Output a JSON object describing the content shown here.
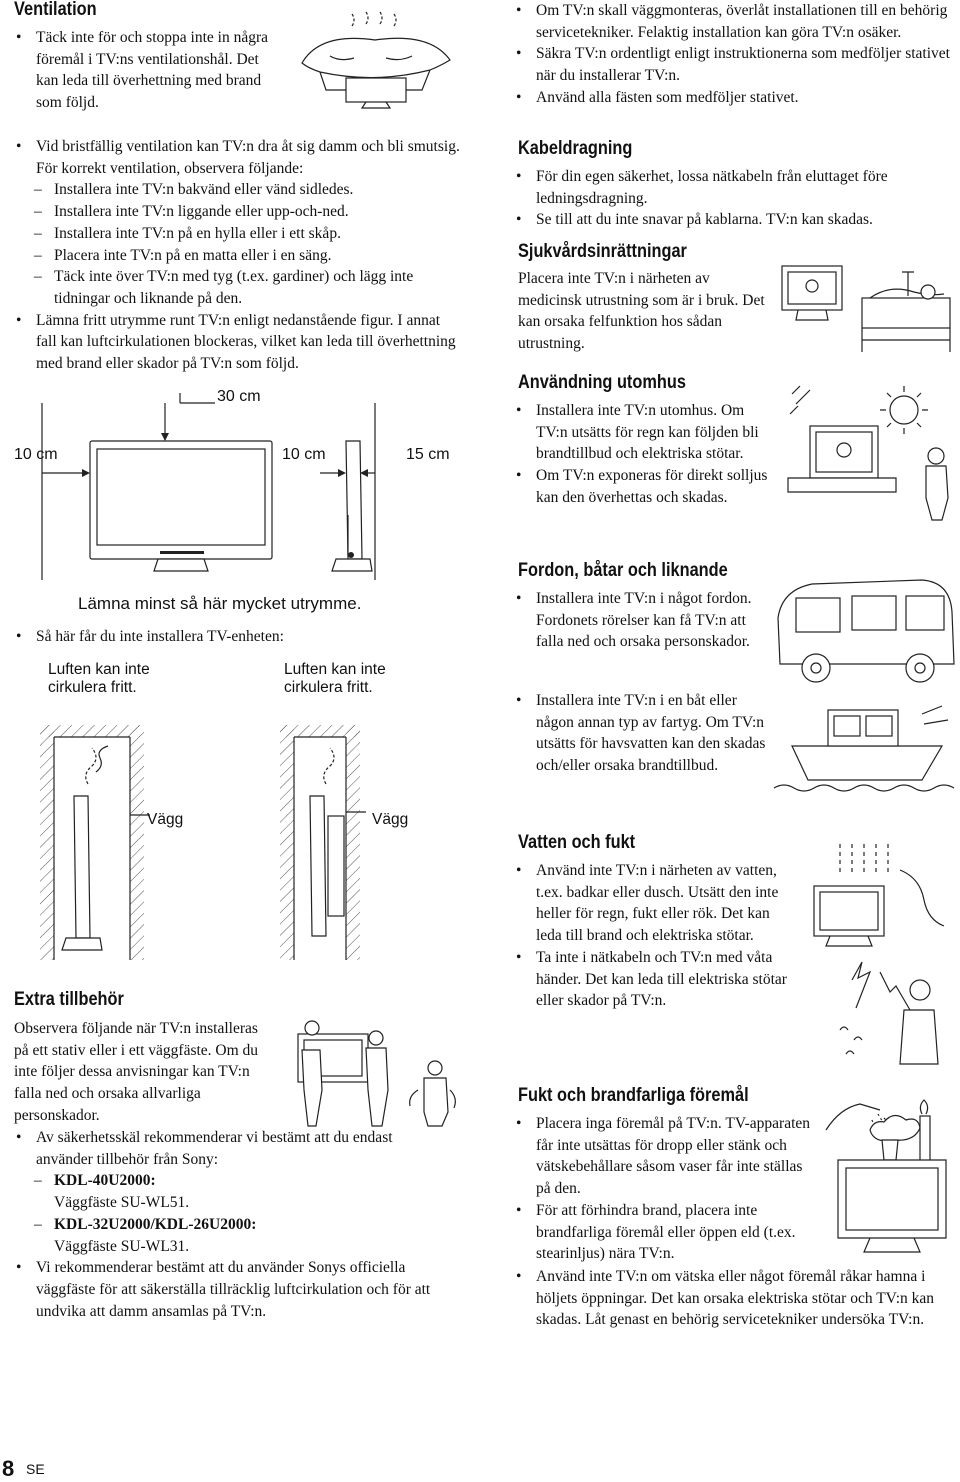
{
  "left": {
    "ventilation": {
      "heading": "Ventilation",
      "bullet1": "Täck inte för och stoppa inte in några föremål i TV:ns ventilationshål. Det kan leda till överhettning med brand som följd.",
      "bullet2": "Vid bristfällig ventilation kan TV:n dra åt sig damm och bli smutsig. För korrekt ventilation, observera följande:",
      "dashes": [
        "Installera inte TV:n bakvänd eller vänd sidledes.",
        "Installera inte TV:n liggande eller upp-och-ned.",
        "Installera inte TV:n på en hylla eller i ett skåp.",
        "Placera inte TV:n på en matta eller i en säng.",
        "Täck inte över TV:n med tyg (t.ex. gardiner) och lägg inte tidningar och liknande på den."
      ],
      "bullet3": "Lämna fritt utrymme runt TV:n enligt nedanstående figur. I annat fall kan luftcirkulationen blockeras, vilket kan leda till överhettning med brand eller skador på TV:n som följd."
    },
    "clearance_figure": {
      "top": "30 cm",
      "left": "10 cm",
      "mid": "10 cm",
      "right": "15 cm",
      "caption": "Lämna minst så här mycket utrymme."
    },
    "bullet4": "Så här får du inte installera TV-enheten:",
    "wall_figure": {
      "air_left": "Luften kan inte cirkulera fritt.",
      "air_right": "Luften kan inte cirkulera fritt.",
      "wall_left": "Vägg",
      "wall_right": "Vägg"
    },
    "accessories": {
      "heading": "Extra tillbehör",
      "para": "Observera följande när TV:n installeras på ett stativ eller i ett väggfäste. Om du inte följer dessa anvisningar kan TV:n falla ned och orsaka allvarliga personskador.",
      "bullet1": "Av säkerhetsskäl rekommenderar vi bestämt att du endast använder tillbehör från Sony:",
      "model1": "KDL-40U2000:",
      "mount1": "Väggfäste SU-WL51.",
      "model2": "KDL-32U2000/KDL-26U2000:",
      "mount2": "Väggfäste SU-WL31.",
      "bullet2": "Vi rekommenderar bestämt att du använder Sonys officiella väggfäste för att säkerställa tillräcklig luftcirkulation och för att undvika att damm ansamlas på TV:n."
    }
  },
  "right": {
    "top_bullets": [
      "Om TV:n skall väggmonteras, överlåt installationen till en behörig servicetekniker. Felaktig installation kan göra TV:n osäker.",
      "Säkra TV:n ordentligt enligt instruktionerna som medföljer stativet när du installerar TV:n.",
      "Använd alla fästen som medföljer stativet."
    ],
    "cable": {
      "heading": "Kabeldragning",
      "bullets": [
        "För din egen säkerhet, lossa nätkabeln från eluttaget före ledningsdragning.",
        "Se till att du inte snavar på kablarna. TV:n kan skadas."
      ]
    },
    "hospital": {
      "heading": "Sjukvårdsinrättningar",
      "para": "Placera inte TV:n i närheten av medicinsk utrustning som är i bruk. Det kan orsaka felfunktion hos sådan utrustning."
    },
    "outdoor": {
      "heading": "Användning utomhus",
      "bullets": [
        "Installera inte TV:n utomhus. Om TV:n utsätts för regn kan följden bli brandtillbud och elektriska stötar.",
        "Om TV:n exponeras för direkt solljus kan den överhettas och skadas."
      ]
    },
    "vehicles": {
      "heading": "Fordon, båtar och liknande",
      "bullets": [
        "Installera inte TV:n i något fordon. Fordonets rörelser kan få TV:n att falla ned och orsaka personskador.",
        "Installera inte TV:n i en båt eller någon annan typ av fartyg. Om TV:n utsätts för havsvatten kan den skadas och/eller orsaka brandtillbud."
      ]
    },
    "water": {
      "heading": "Vatten och fukt",
      "bullets": [
        "Använd inte TV:n i närheten av vatten, t.ex. badkar eller dusch. Utsätt den inte heller för regn, fukt eller rök. Det kan leda till brand och elektriska stötar.",
        "Ta inte i nätkabeln och TV:n med våta händer. Det kan leda till elektriska stötar eller skador på TV:n."
      ]
    },
    "flammable": {
      "heading": "Fukt och brandfarliga föremål",
      "bullets": [
        "Placera inga föremål på TV:n. TV-apparaten får inte utsättas för dropp eller stänk och vätskebehållare såsom vaser får inte ställas på den.",
        "För att förhindra brand, placera inte brandfarliga föremål eller öppen eld (t.ex. stearinljus) nära TV:n.",
        "Använd inte TV:n om vätska eller något föremål råkar hamna i höljets öppningar. Det kan orsaka elektriska stötar och TV:n kan skadas. Låt genast en behörig servicetekniker undersöka TV:n."
      ]
    }
  },
  "footer": {
    "page_number": "8",
    "lang": "SE"
  }
}
